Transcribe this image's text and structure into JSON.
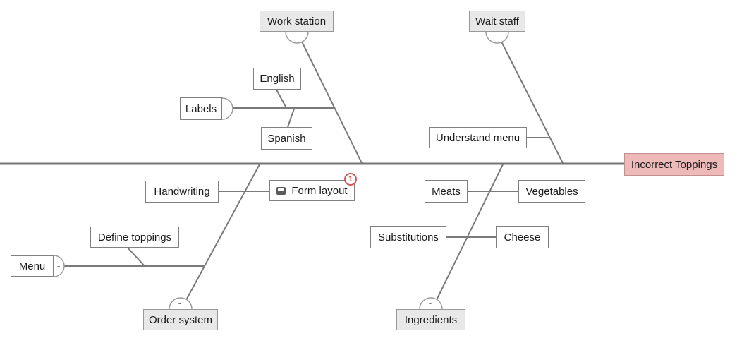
{
  "nodes": {
    "work_station": {
      "label": "Work station"
    },
    "wait_staff": {
      "label": "Wait staff"
    },
    "order_system": {
      "label": "Order system"
    },
    "ingredients": {
      "label": "Ingredients"
    },
    "labels": {
      "label": "Labels"
    },
    "english": {
      "label": "English"
    },
    "spanish": {
      "label": "Spanish"
    },
    "understand_menu": {
      "label": "Understand menu"
    },
    "handwriting": {
      "label": "Handwriting"
    },
    "form_layout": {
      "label": "Form layout",
      "badge": "1"
    },
    "meats": {
      "label": "Meats"
    },
    "vegetables": {
      "label": "Vegetables"
    },
    "substitutions": {
      "label": "Substitutions"
    },
    "cheese": {
      "label": "Cheese"
    },
    "define_toppings": {
      "label": "Define toppings"
    },
    "menu": {
      "label": "Menu"
    },
    "incorrect_toppings": {
      "label": "Incorrect Toppings"
    }
  },
  "toggle_glyph": "-",
  "colors": {
    "effect_fill": "#EDB9B9",
    "effect_border": "#C68F8F",
    "category_fill": "#E8E8E8",
    "cause_border": "#808080",
    "line": "#7A7A7A",
    "badge_red": "#CB5A5A",
    "text": "#1B1B1B"
  }
}
